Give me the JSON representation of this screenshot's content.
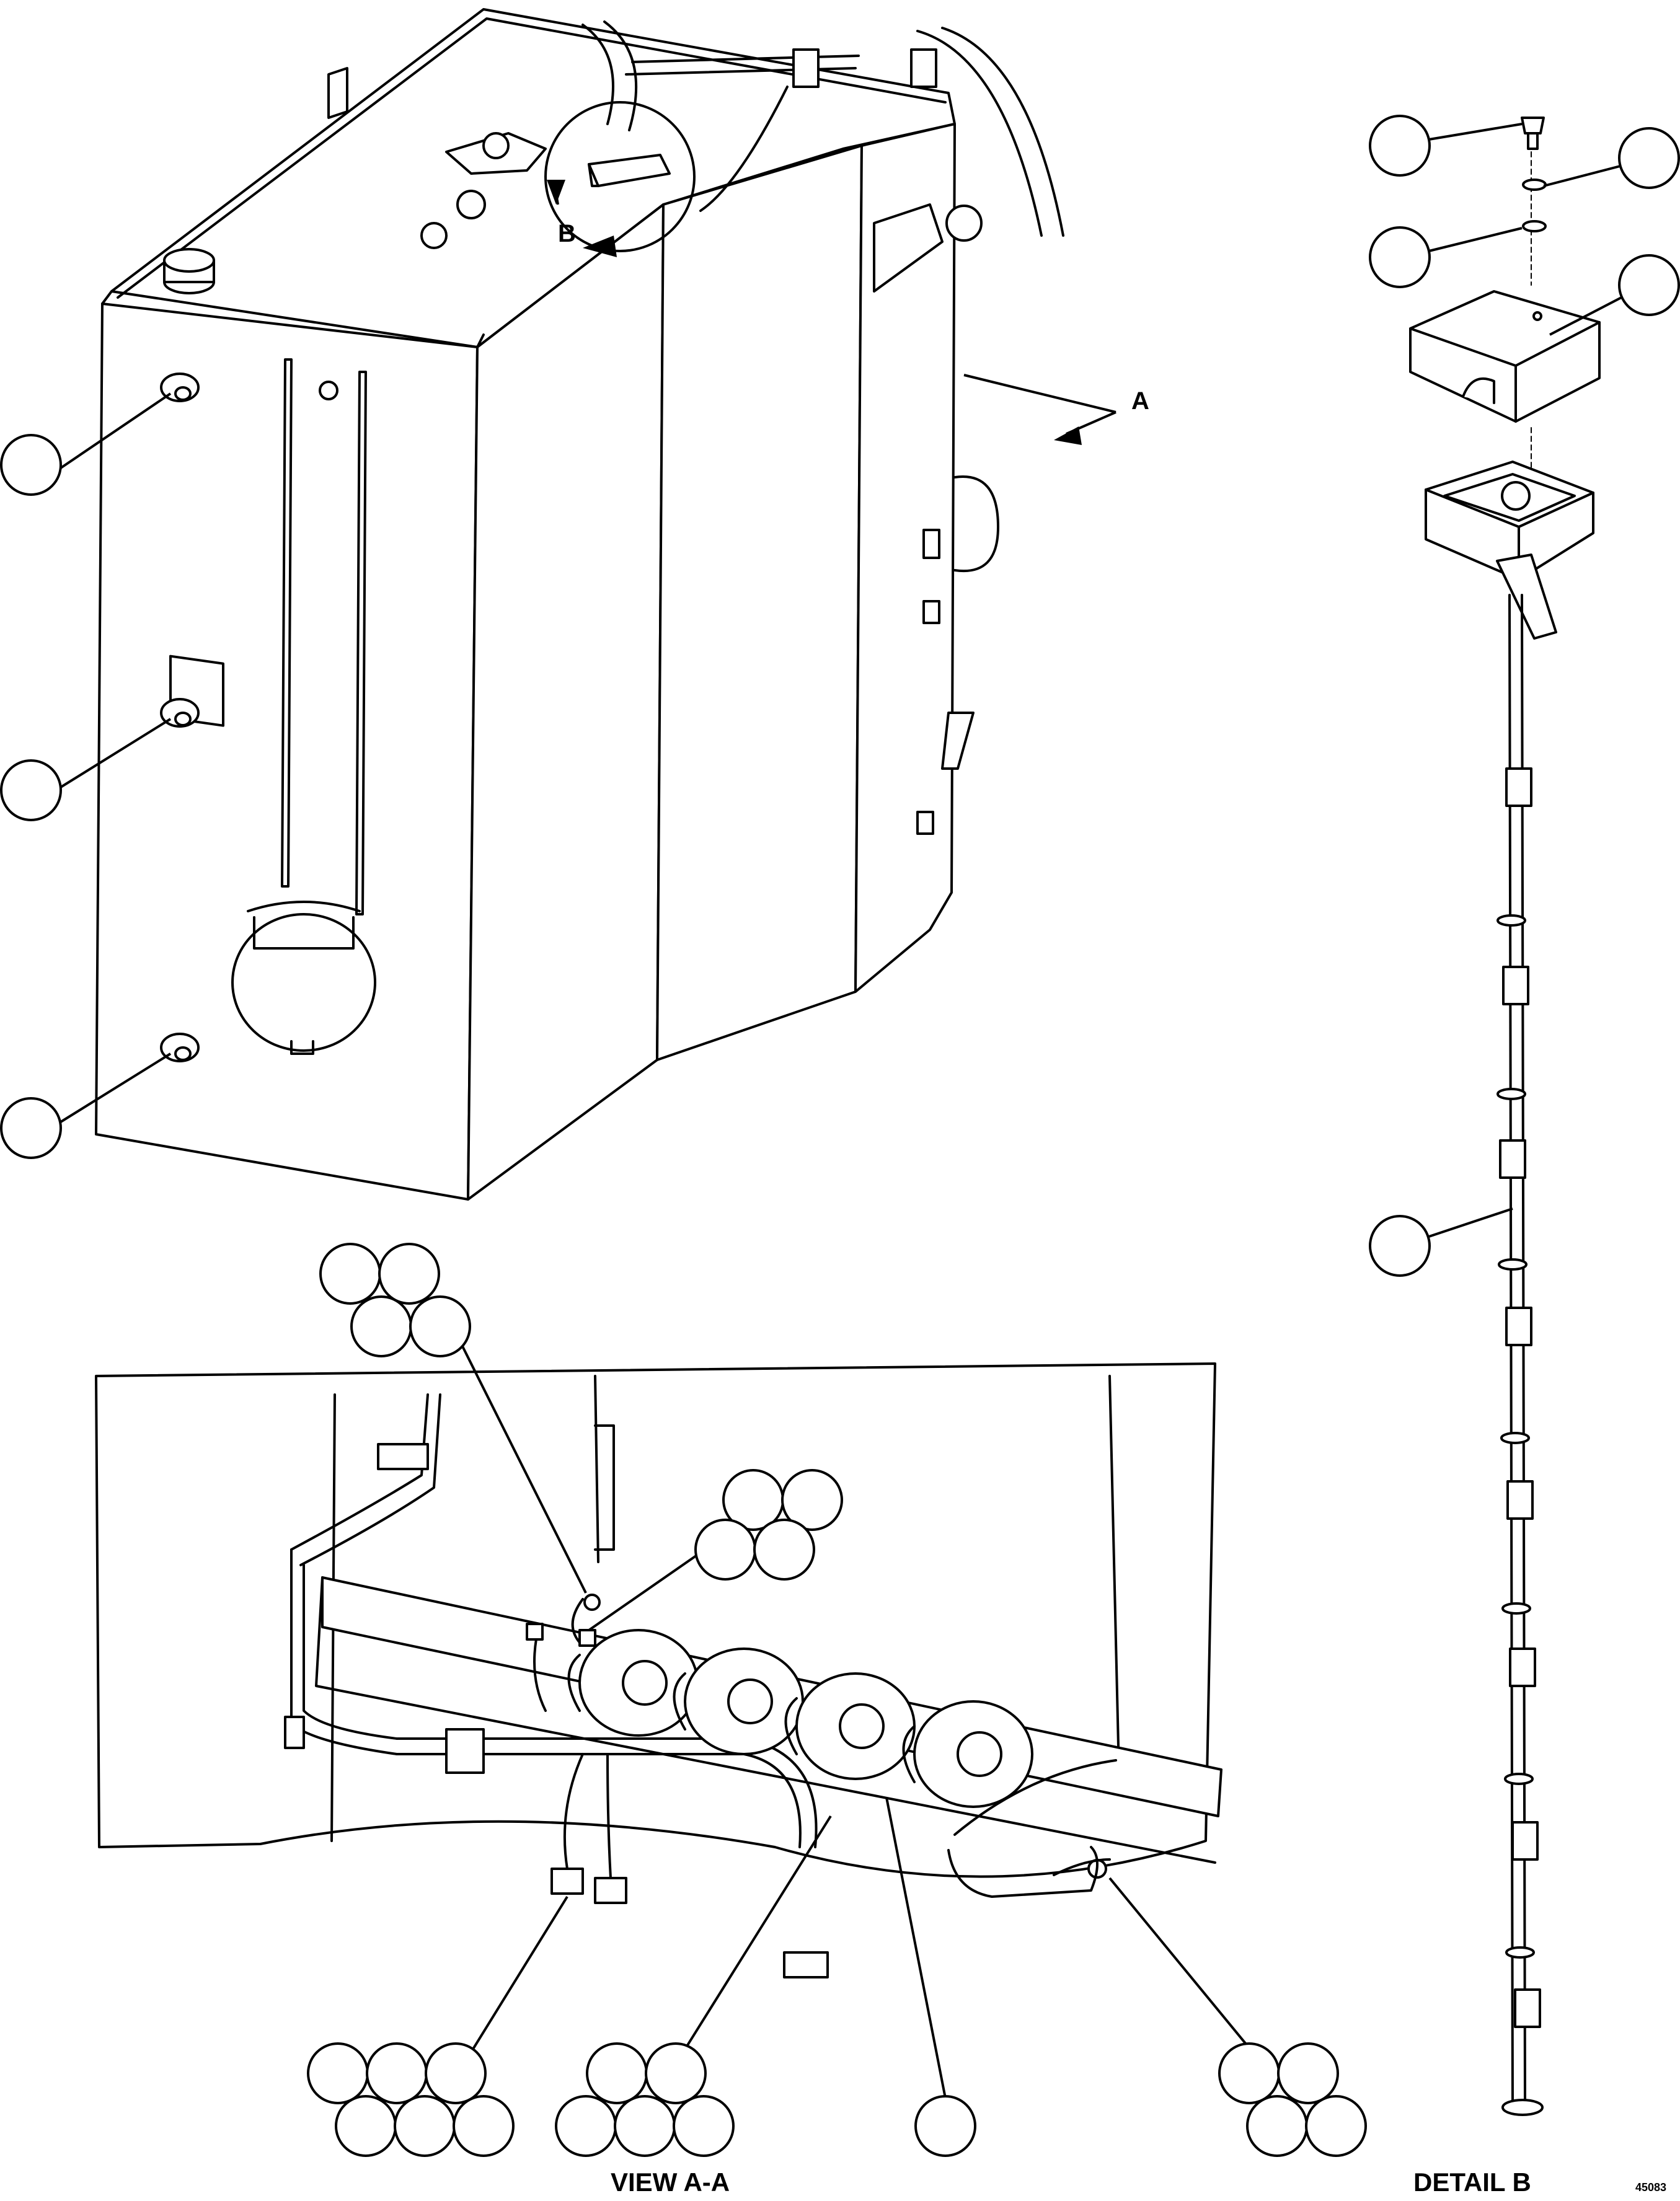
{
  "views": {
    "view_marker_a": "A",
    "detail_marker_b": "B",
    "view_aa_caption": "VIEW A-A",
    "detail_b_caption": "DETAIL B",
    "sheet_code": "45083"
  },
  "callouts": {
    "main_view": 3,
    "view_aa_groups": [
      4,
      4,
      6,
      5,
      1,
      4
    ],
    "detail_b": 5
  }
}
